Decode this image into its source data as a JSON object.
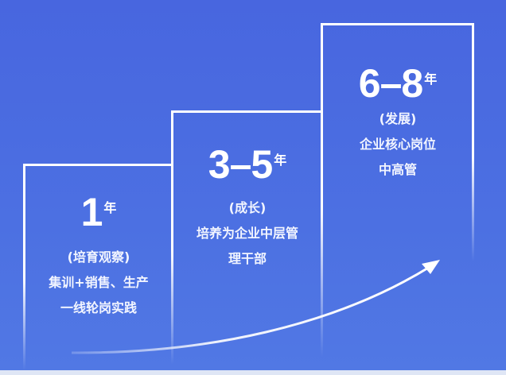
{
  "steps": [
    {
      "range": "1",
      "unit": "年",
      "stage": "(培育观察)",
      "lines": [
        "集训+销售、生产",
        "一线轮岗实践"
      ]
    },
    {
      "range": "3–5",
      "unit": "年",
      "stage": "(成长)",
      "lines": [
        "培养为企业中层管",
        "理干部"
      ]
    },
    {
      "range": "6–8",
      "unit": "年",
      "stage": "(发展)",
      "lines": [
        "企业核心岗位",
        "中高管"
      ]
    }
  ],
  "colors": {
    "background": "#4a6de0",
    "line": "#ffffff"
  }
}
